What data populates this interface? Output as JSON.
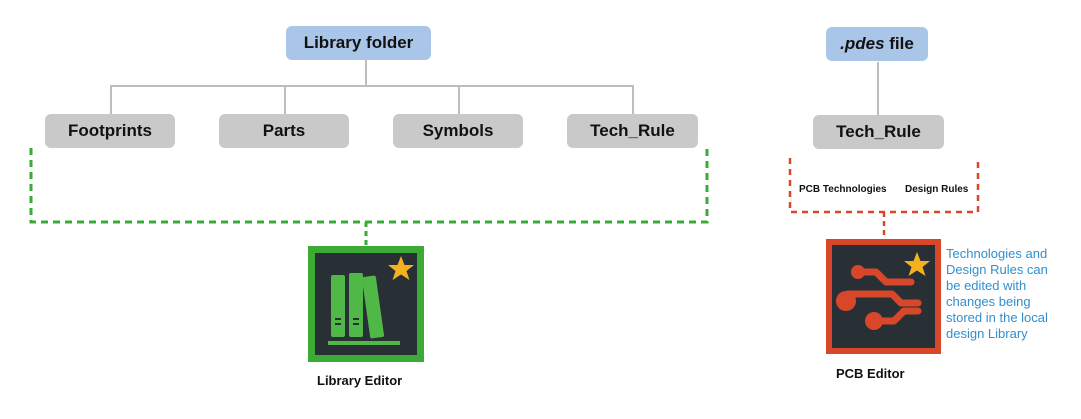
{
  "library_tree": {
    "root_label": "Library folder",
    "children": [
      "Footprints",
      "Parts",
      "Symbols",
      "Tech_Rule"
    ]
  },
  "pdes_tree": {
    "root_label_italic": ".pdes",
    "root_label_rest": " file",
    "child": "Tech_Rule",
    "sub_labels": [
      "PCB Technologies",
      "Design Rules"
    ]
  },
  "library_editor": {
    "caption": "Library Editor",
    "icon": "books-star-icon",
    "frame_color": "#3cab35"
  },
  "pcb_editor": {
    "caption": "PCB Editor",
    "icon": "circuit-traces-star-icon",
    "frame_color": "#d9472b",
    "note_lines": [
      "Technologies and",
      "Design Rules can",
      "be edited with",
      "changes being",
      "stored in the local",
      "design Library"
    ]
  },
  "colors": {
    "header_box": "#a9c6e8",
    "child_box": "#c9c9c9",
    "green_dash": "#3cab35",
    "red_dash": "#d9472b",
    "note_text": "#2f8fd0",
    "star": "#f5b020"
  }
}
